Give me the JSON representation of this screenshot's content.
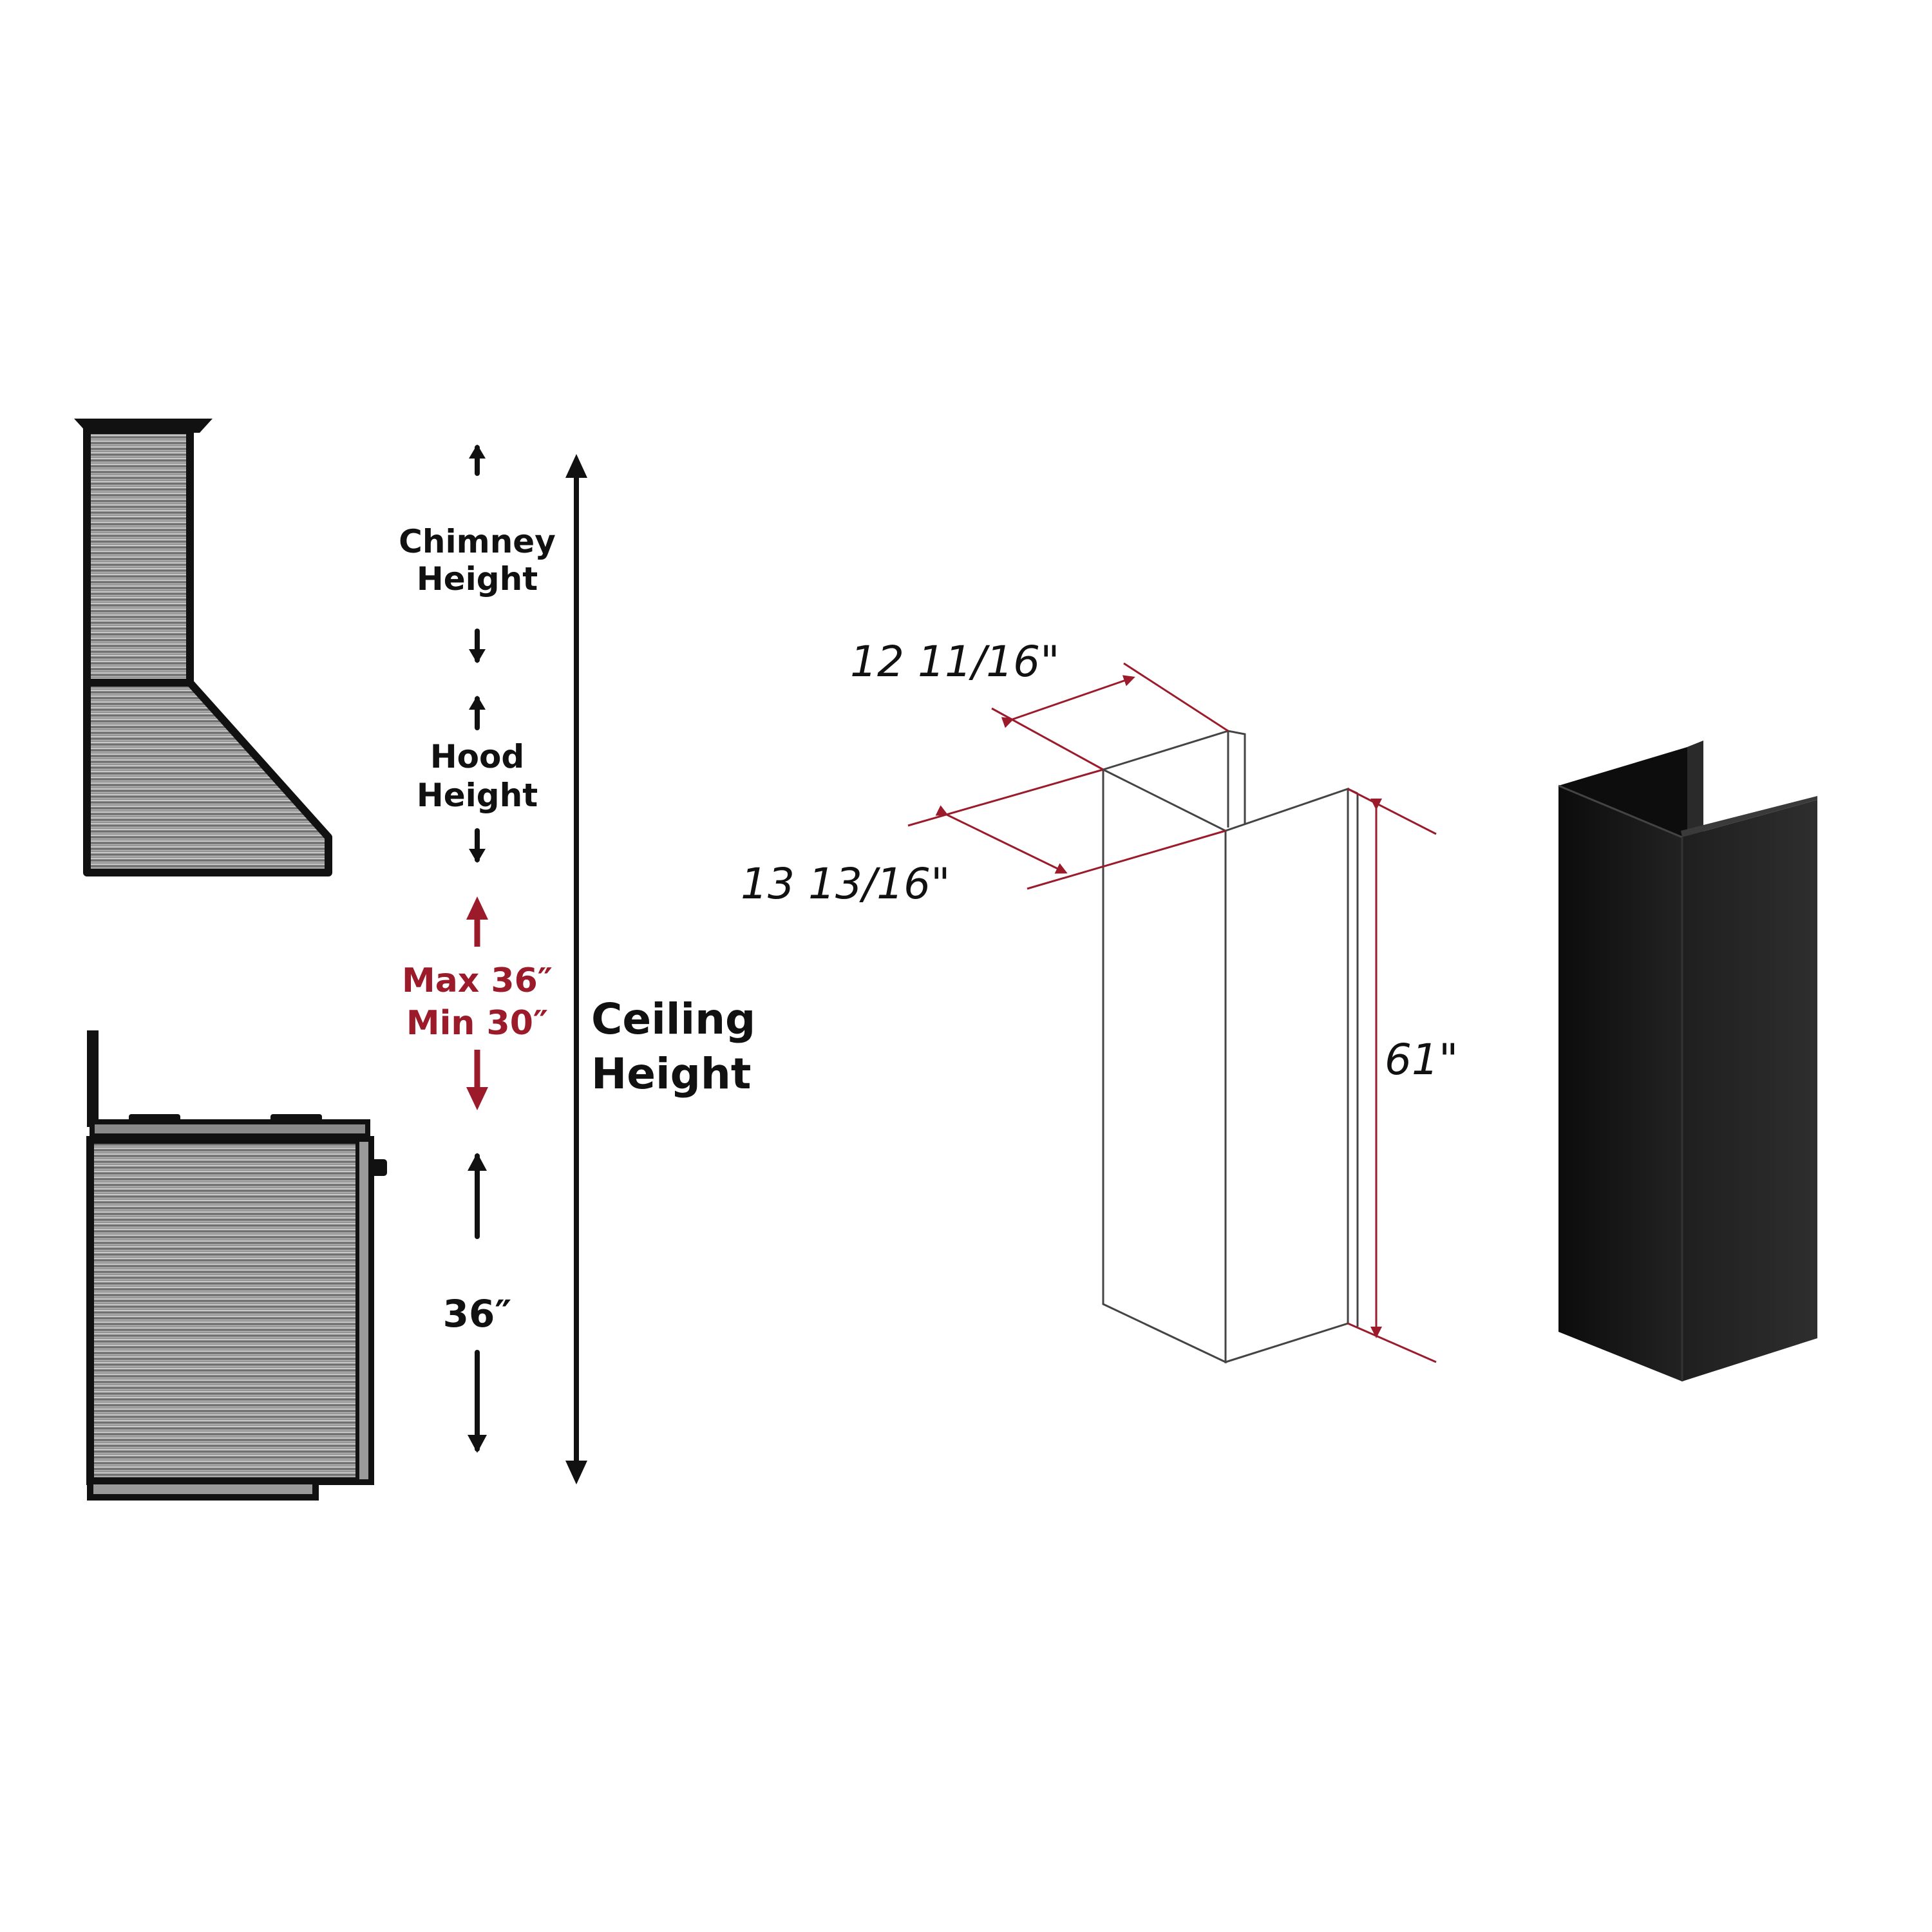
{
  "clearance_diagram": {
    "chimney_height": [
      "Chimney",
      "Height"
    ],
    "hood_height": [
      "Hood",
      "Height"
    ],
    "mount_range": [
      "Max 36″",
      "Min 30″"
    ],
    "counter_height": "36″",
    "ceiling_height": [
      "Ceiling",
      "Height"
    ]
  },
  "dimension_drawing": {
    "depth": "12 11/16\"",
    "width": "13 13/16\"",
    "height": "61\""
  },
  "colors": {
    "accent_red": "#9b1b2a",
    "outline": "#111111",
    "product_black": "#161616"
  },
  "icons": [
    "arrow-up-icon",
    "arrow-down-icon"
  ]
}
